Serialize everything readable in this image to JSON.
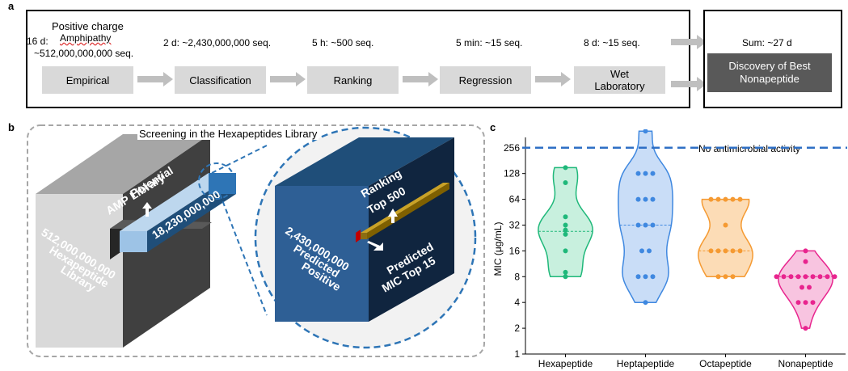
{
  "panel_a": {
    "label": "a",
    "steps": [
      {
        "label": "Empirical",
        "meta_lines": [
          "Positive charge",
          "Amphipathy",
          "~512,000,000,000 seq."
        ],
        "duration": "16 d:"
      },
      {
        "label": "Classification",
        "meta_lines": [
          "2 d: ~2,430,000,000 seq."
        ]
      },
      {
        "label": "Ranking",
        "meta_lines": [
          "5 h: ~500 seq."
        ]
      },
      {
        "label": "Regression",
        "meta_lines": [
          "5 min: ~15 seq."
        ]
      },
      {
        "label": "Wet Laboratory",
        "meta_lines": [
          "8 d: ~15 seq."
        ]
      }
    ],
    "sum_label": "Sum: ~27 d",
    "discovery_label": "Discovery of Best Nonapeptide"
  },
  "panel_b": {
    "label": "b",
    "title": "Screening in the Hexapeptides Library",
    "big_cube_text": [
      "512,000,000,000",
      "Hexapeptide",
      "Library"
    ],
    "potential_text": [
      "Potential",
      "AMP Library"
    ],
    "bar_text": "18,230,000,000",
    "zoom_left_text": [
      "2,430,000,000",
      "Predicted",
      "Positive"
    ],
    "zoom_top_text": [
      "Ranking",
      "Top 500"
    ],
    "zoom_right_text": [
      "Predicted",
      "MIC Top 15"
    ]
  },
  "panel_c": {
    "label": "c",
    "annotation": "No antimicrobial activity"
  },
  "chart_data": {
    "type": "violin",
    "ylabel": "MIC (μg/mL)",
    "xlabel": "",
    "yscale": "log2",
    "ylim": [
      1,
      256
    ],
    "yticks": [
      1,
      2,
      4,
      8,
      16,
      32,
      64,
      128,
      256
    ],
    "categories": [
      "Hexapeptide",
      "Heptapeptide",
      "Octapeptide",
      "Nonapeptide"
    ],
    "colors": [
      "#1fb87a",
      "#3f88e0",
      "#f59a32",
      "#e8248e"
    ],
    "fills": [
      "#c8f0de",
      "#c9ddf7",
      "#fcdcb6",
      "#f8c4e0"
    ],
    "threshold": 256,
    "series": [
      {
        "category": "Hexapeptide",
        "values": [
          150,
          100,
          40,
          32,
          28,
          25,
          16,
          9,
          8
        ],
        "median": 27
      },
      {
        "category": "Heptapeptide",
        "values": [
          400,
          128,
          128,
          128,
          64,
          64,
          64,
          32,
          32,
          32,
          16,
          16,
          8,
          8,
          8,
          4
        ],
        "median": 32
      },
      {
        "category": "Octapeptide",
        "values": [
          64,
          64,
          64,
          64,
          64,
          32,
          16,
          16,
          16,
          16,
          16,
          8,
          8,
          8
        ],
        "median": 16
      },
      {
        "category": "Nonapeptide",
        "values": [
          16,
          12,
          8,
          8,
          8,
          8,
          8,
          8,
          8,
          8,
          8,
          6,
          6,
          4,
          4,
          4,
          2
        ],
        "median": 8
      }
    ]
  }
}
